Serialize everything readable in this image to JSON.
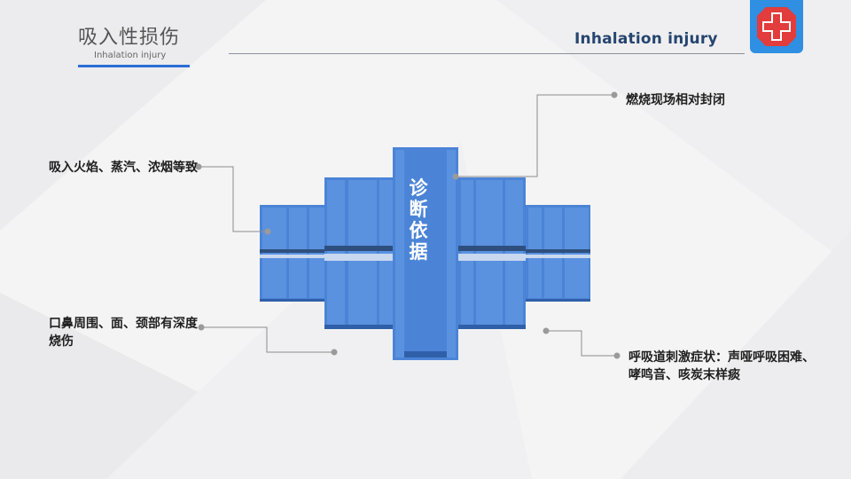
{
  "header": {
    "title_cn": "吸入性损伤",
    "title_en": "Inhalation injury",
    "banner_en": "Inhalation injury"
  },
  "logo": {
    "icon": "red-cross-icon"
  },
  "diagram": {
    "center_label": "诊断依据",
    "block_color": "#4b84d6",
    "connector_color": "#8c8c8c",
    "callouts": [
      {
        "text": "燃烧现场相对封闭"
      },
      {
        "text": "吸入火焰、蒸汽、浓烟等致"
      },
      {
        "text": "口鼻周围、面、颈部有深度烧伤"
      },
      {
        "text": "呼吸道刺激症状：声哑呼吸困难、哮鸣音、咳炭末样痰"
      }
    ]
  }
}
